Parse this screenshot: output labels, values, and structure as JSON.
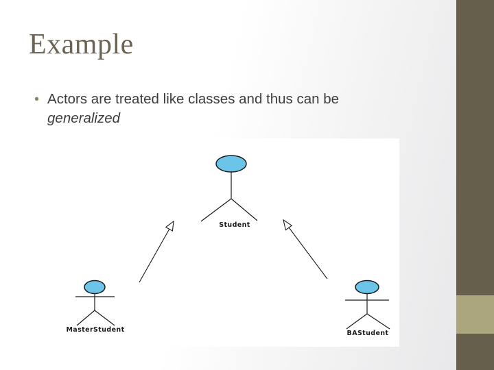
{
  "slide": {
    "title": "Example",
    "bullet_marker": "•",
    "bullet_line1": "Actors are treated like classes and thus can be",
    "bullet_line2": "generalized"
  },
  "diagram": {
    "type": "uml-actor-generalization",
    "parent_actor": "Student",
    "child_actors": [
      "MasterStudent",
      "BAStudent"
    ],
    "labels": {
      "student": "Student",
      "master_student": "MasterStudent",
      "ba_student": "BAStudent"
    }
  },
  "theme": {
    "sidebar_color": "#665f4b",
    "sidebar_accent_color": "#aba67e",
    "title_color": "#6b6353",
    "body_text_color": "#3d3d3d",
    "bullet_marker_color": "#8a8565",
    "actor_head_fill": "#6cc4e8",
    "diagram_background": "#ffffff"
  }
}
